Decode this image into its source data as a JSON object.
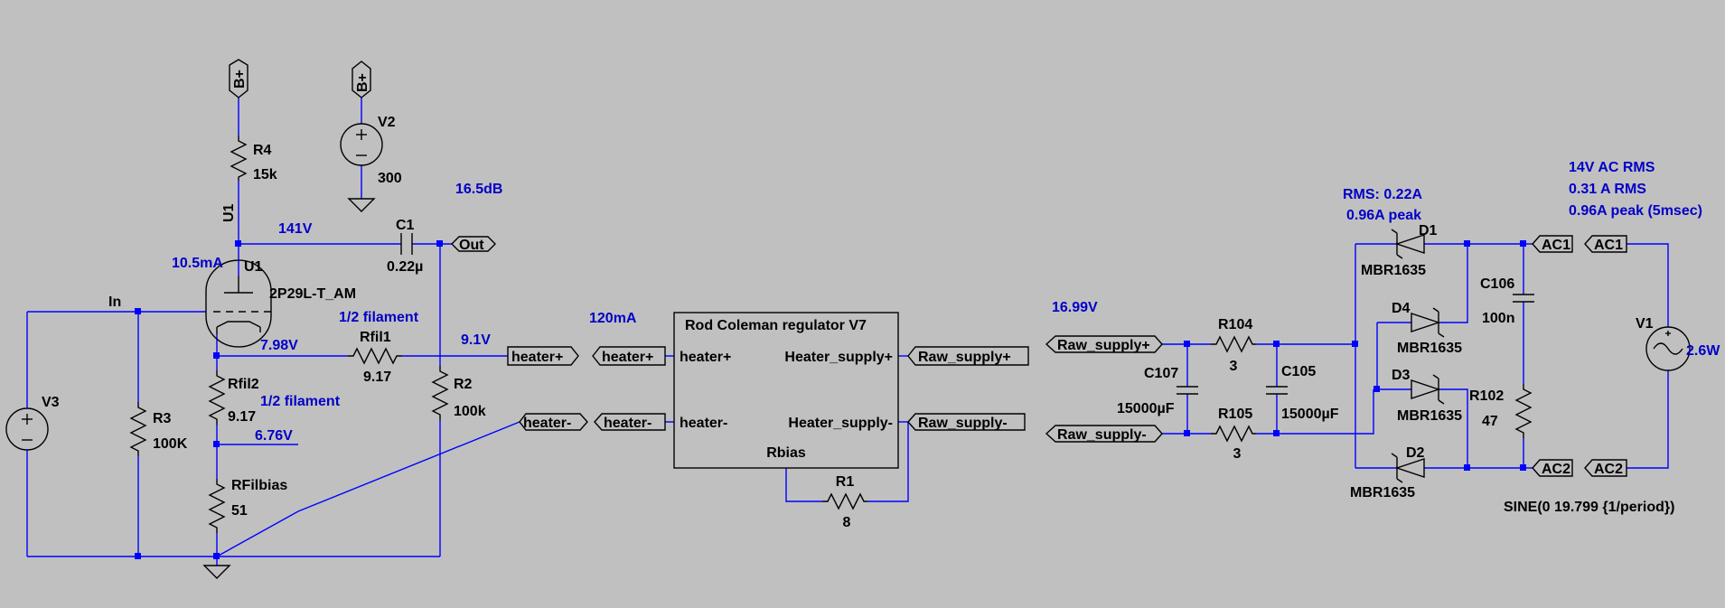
{
  "schematic": {
    "nets": {
      "bplus_1": "B+",
      "bplus_2": "B+",
      "out": "Out",
      "in": "In",
      "heater_plus_1": "heater+",
      "heater_plus_2": "heater+",
      "heater_minus_1": "heater-",
      "heater_minus_2": "heater-",
      "raw_supply_plus_1": "Raw_supply+",
      "raw_supply_minus_1": "Raw_supply-",
      "raw_supply_plus_2": "Raw_supply+",
      "raw_supply_minus_2": "Raw_supply-",
      "ac1_1": "AC1",
      "ac1_2": "AC1",
      "ac2_1": "AC2",
      "ac2_2": "AC2"
    },
    "components": {
      "r4": {
        "name": "R4",
        "value": "15k"
      },
      "v2": {
        "name": "V2",
        "value": "300"
      },
      "c1": {
        "name": "C1",
        "value": "0.22µ"
      },
      "u1": {
        "name": "U1",
        "model": "2P29L-T_AM",
        "side_label": "U1"
      },
      "rfil1": {
        "name": "Rfil1",
        "value": "9.17"
      },
      "rfil2": {
        "name": "Rfil2",
        "value": "9.17"
      },
      "rfilbias": {
        "name": "RFilbias",
        "value": "51"
      },
      "r2": {
        "name": "R2",
        "value": "100k"
      },
      "r3": {
        "name": "R3",
        "value": "100K"
      },
      "v3": {
        "name": "V3"
      },
      "regulator": {
        "title": "Rod Coleman regulator V7",
        "pin_heater_plus": "heater+",
        "pin_heater_minus": "heater-",
        "pin_supply_plus": "Heater_supply+",
        "pin_supply_minus": "Heater_supply-",
        "pin_rbias": "Rbias"
      },
      "r1": {
        "name": "R1",
        "value": "8"
      },
      "r104": {
        "name": "R104",
        "value": "3"
      },
      "r105": {
        "name": "R105",
        "value": "3"
      },
      "c107": {
        "name": "C107",
        "value": "15000µF"
      },
      "c105": {
        "name": "C105",
        "value": "15000µF"
      },
      "d1": {
        "name": "D1",
        "model": "MBR1635"
      },
      "d2": {
        "name": "D2",
        "model": "MBR1635"
      },
      "d3": {
        "name": "D3",
        "model": "MBR1635"
      },
      "d4": {
        "name": "D4",
        "model": "MBR1635"
      },
      "c106": {
        "name": "C106",
        "value": "100n"
      },
      "r102": {
        "name": "R102",
        "value": "47"
      },
      "v1": {
        "name": "V1",
        "value": "2.6W",
        "spec": "SINE(0 19.799 {1/period})"
      }
    },
    "annotations": {
      "gain": "16.5dB",
      "plate_voltage": "141V",
      "plate_current": "10.5mA",
      "half_filament_1": "1/2 filament",
      "half_filament_2": "1/2 filament",
      "fil_top_voltage": "7.98V",
      "heater_voltage": "9.1V",
      "fil_bias_voltage": "6.76V",
      "heater_current": "120mA",
      "raw_voltage": "16.99V",
      "diode_rms": "RMS: 0.22A",
      "diode_peak": "0.96A peak",
      "ac_voltage": "14V AC RMS",
      "ac_current": "0.31 A RMS",
      "ac_peak": "0.96A peak (5msec)"
    }
  }
}
